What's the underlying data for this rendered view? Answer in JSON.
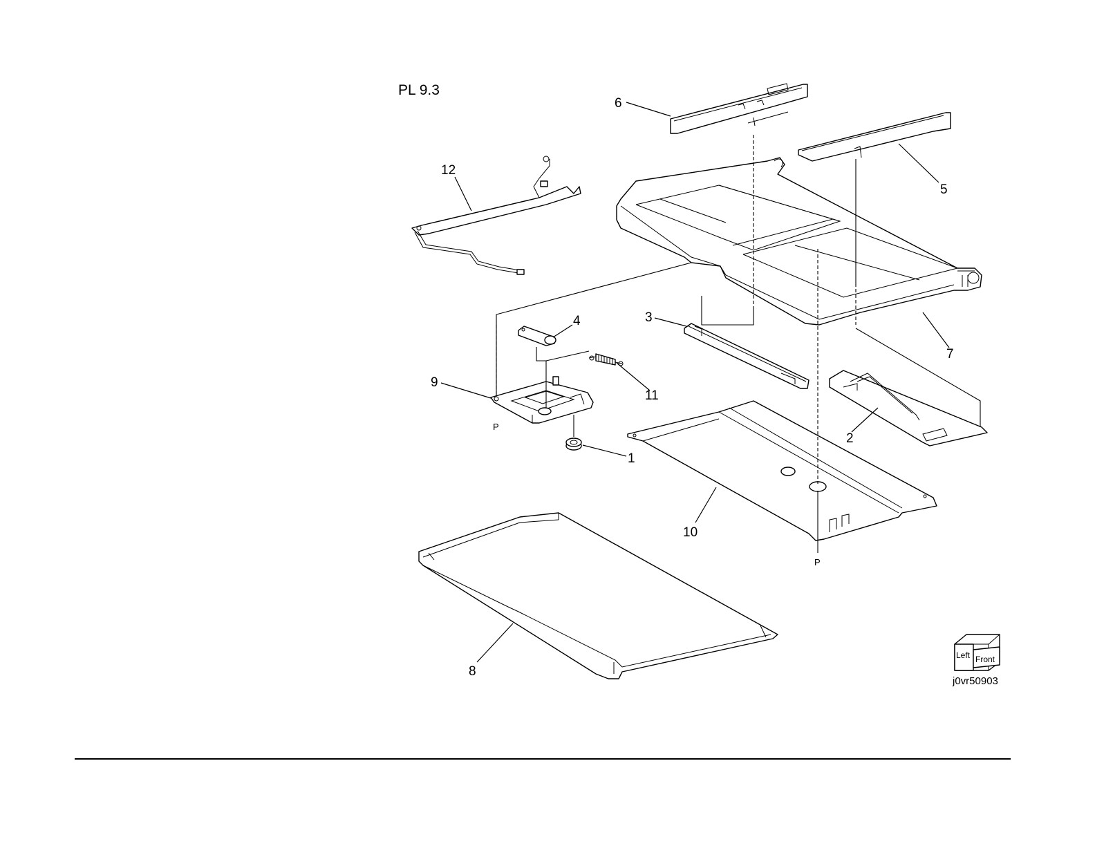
{
  "title": "PL 9.3",
  "figure_id": "j0vr50903",
  "orientation": {
    "left": "Left",
    "front": "Front"
  },
  "reference_marks": [
    "P",
    "P"
  ],
  "callouts": {
    "c1": "1",
    "c2": "2",
    "c3": "3",
    "c4": "4",
    "c5": "5",
    "c6": "6",
    "c7": "7",
    "c8": "8",
    "c9": "9",
    "c10": "10",
    "c11": "11",
    "c12": "12"
  }
}
